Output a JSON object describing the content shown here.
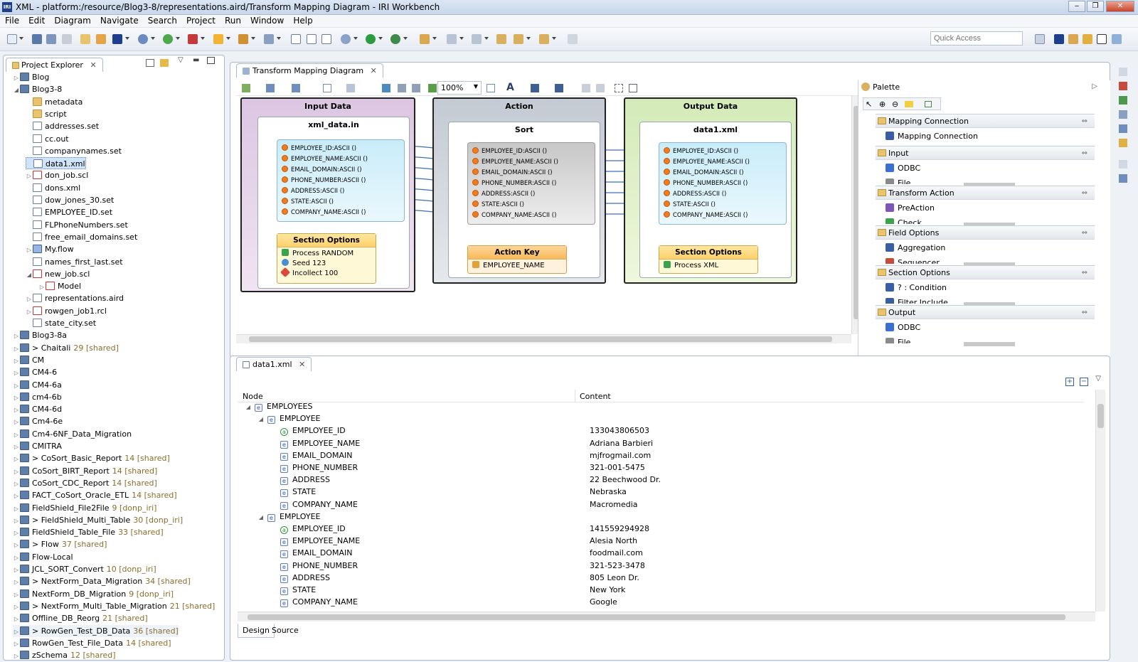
{
  "window": {
    "title": "XML - platform:/resource/Blog3-8/representations.aird/Transform Mapping Diagram - IRI Workbench",
    "logo": "IRI"
  },
  "menu": [
    "File",
    "Edit",
    "Diagram",
    "Navigate",
    "Search",
    "Project",
    "Run",
    "Window",
    "Help"
  ],
  "toolbar": {
    "quick_access_placeholder": "Quick Access"
  },
  "explorer": {
    "tab": "Project Explorer",
    "items": [
      {
        "t": "Blog",
        "lvl": 0,
        "tw": "▷",
        "ic": "proj"
      },
      {
        "t": "Blog3-8",
        "lvl": 0,
        "tw": "◢",
        "ic": "proj"
      },
      {
        "t": "metadata",
        "lvl": 1,
        "tw": "",
        "ic": "fold"
      },
      {
        "t": "script",
        "lvl": 1,
        "tw": "",
        "ic": "fold"
      },
      {
        "t": "addresses.set",
        "lvl": 1,
        "tw": "",
        "ic": "file"
      },
      {
        "t": "cc.out",
        "lvl": 1,
        "tw": "",
        "ic": "file"
      },
      {
        "t": "companynames.set",
        "lvl": 1,
        "tw": "",
        "ic": "file"
      },
      {
        "t": "data1.xml",
        "lvl": 1,
        "tw": "",
        "ic": "file",
        "sel": true
      },
      {
        "t": "don_job.scl",
        "lvl": 1,
        "tw": "▷",
        "ic": "scl"
      },
      {
        "t": "dons.xml",
        "lvl": 1,
        "tw": "",
        "ic": "file"
      },
      {
        "t": "dow_jones_30.set",
        "lvl": 1,
        "tw": "",
        "ic": "file"
      },
      {
        "t": "EMPLOYEE_ID.set",
        "lvl": 1,
        "tw": "",
        "ic": "file"
      },
      {
        "t": "FLPhoneNumbers.set",
        "lvl": 1,
        "tw": "",
        "ic": "file"
      },
      {
        "t": "free_email_domains.set",
        "lvl": 1,
        "tw": "",
        "ic": "file"
      },
      {
        "t": "My.flow",
        "lvl": 1,
        "tw": "▷",
        "ic": "flow"
      },
      {
        "t": "names_first_last.set",
        "lvl": 1,
        "tw": "",
        "ic": "file"
      },
      {
        "t": "new_job.scl",
        "lvl": 1,
        "tw": "◢",
        "ic": "scl"
      },
      {
        "t": "Model",
        "lvl": 2,
        "tw": "▷",
        "ic": "scl"
      },
      {
        "t": "representations.aird",
        "lvl": 1,
        "tw": "▷",
        "ic": "file"
      },
      {
        "t": "rowgen_job1.rcl",
        "lvl": 1,
        "tw": "▷",
        "ic": "scl"
      },
      {
        "t": "state_city.set",
        "lvl": 1,
        "tw": "",
        "ic": "file"
      },
      {
        "t": "Blog3-8a",
        "lvl": 0,
        "tw": "▷",
        "ic": "proj"
      },
      {
        "t": "> Chaitali",
        "lvl": 0,
        "tw": "▷",
        "ic": "proj",
        "sh": "29 [shared]"
      },
      {
        "t": "CM",
        "lvl": 0,
        "tw": "▷",
        "ic": "proj"
      },
      {
        "t": "CM4-6",
        "lvl": 0,
        "tw": "▷",
        "ic": "proj"
      },
      {
        "t": "CM4-6a",
        "lvl": 0,
        "tw": "▷",
        "ic": "proj"
      },
      {
        "t": "cm4-6b",
        "lvl": 0,
        "tw": "▷",
        "ic": "proj"
      },
      {
        "t": "CM4-6d",
        "lvl": 0,
        "tw": "▷",
        "ic": "proj"
      },
      {
        "t": "Cm4-6e",
        "lvl": 0,
        "tw": "▷",
        "ic": "proj"
      },
      {
        "t": "Cm4-6NF_Data_Migration",
        "lvl": 0,
        "tw": "▷",
        "ic": "proj"
      },
      {
        "t": "CMITRA",
        "lvl": 0,
        "tw": "▷",
        "ic": "proj"
      },
      {
        "t": "> CoSort_Basic_Report",
        "lvl": 0,
        "tw": "▷",
        "ic": "proj",
        "sh": "14 [shared]"
      },
      {
        "t": "CoSort_BIRT_Report",
        "lvl": 0,
        "tw": "▷",
        "ic": "proj",
        "sh": "14 [shared]"
      },
      {
        "t": "CoSort_CDC_Report",
        "lvl": 0,
        "tw": "▷",
        "ic": "proj",
        "sh": "14 [shared]"
      },
      {
        "t": "FACT_CoSort_Oracle_ETL",
        "lvl": 0,
        "tw": "▷",
        "ic": "proj",
        "sh": "14 [shared]"
      },
      {
        "t": "FieldShield_File2File",
        "lvl": 0,
        "tw": "▷",
        "ic": "proj",
        "sh": "9 [donp_iri]"
      },
      {
        "t": "> FieldShield_Multi_Table",
        "lvl": 0,
        "tw": "▷",
        "ic": "proj",
        "sh": "30 [donp_iri]"
      },
      {
        "t": "FieldShield_Table_File",
        "lvl": 0,
        "tw": "▷",
        "ic": "proj",
        "sh": "33 [shared]"
      },
      {
        "t": "> Flow",
        "lvl": 0,
        "tw": "▷",
        "ic": "proj",
        "sh": "37 [shared]"
      },
      {
        "t": "Flow-Local",
        "lvl": 0,
        "tw": "▷",
        "ic": "proj"
      },
      {
        "t": "JCL_SORT_Convert",
        "lvl": 0,
        "tw": "▷",
        "ic": "proj",
        "sh": "10 [donp_iri]"
      },
      {
        "t": "> NextForm_Data_Migration",
        "lvl": 0,
        "tw": "▷",
        "ic": "proj",
        "sh": "34 [shared]"
      },
      {
        "t": "NextForm_DB_Migration",
        "lvl": 0,
        "tw": "▷",
        "ic": "proj",
        "sh": "9 [donp_iri]"
      },
      {
        "t": "> NextForm_Multi_Table_Migration",
        "lvl": 0,
        "tw": "▷",
        "ic": "proj",
        "sh": "21 [shared]"
      },
      {
        "t": "Offline_DB_Reorg",
        "lvl": 0,
        "tw": "▷",
        "ic": "proj",
        "sh": "21 [shared]"
      },
      {
        "t": "> RowGen_Test_DB_Data",
        "lvl": 0,
        "tw": "▷",
        "ic": "proj",
        "sh": "36 [shared]",
        "hl": true
      },
      {
        "t": "RowGen_Test_File_Data",
        "lvl": 0,
        "tw": "▷",
        "ic": "proj",
        "sh": "14 [shared]"
      },
      {
        "t": "zSchema",
        "lvl": 0,
        "tw": "▷",
        "ic": "proj",
        "sh": "12 [shared]"
      }
    ]
  },
  "diagram": {
    "tab": "Transform Mapping Diagram",
    "zoom": "100%",
    "input": {
      "title": "Input Data",
      "file": "xml_data.in",
      "fields": [
        "EMPLOYEE_ID:ASCII ()",
        "EMPLOYEE_NAME:ASCII ()",
        "EMAIL_DOMAIN:ASCII ()",
        "PHONE_NUMBER:ASCII ()",
        "ADDRESS:ASCII ()",
        "STATE:ASCII ()",
        "COMPANY_NAME:ASCII ()"
      ],
      "section_title": "Section Options",
      "section_items": [
        "Process RANDOM",
        "Seed 123",
        "Incollect 100"
      ]
    },
    "action": {
      "title": "Action",
      "name": "Sort",
      "fields": [
        "EMPLOYEE_ID:ASCII ()",
        "EMPLOYEE_NAME:ASCII ()",
        "EMAIL_DOMAIN:ASCII ()",
        "PHONE_NUMBER:ASCII ()",
        "ADDRESS:ASCII ()",
        "STATE:ASCII ()",
        "COMPANY_NAME:ASCII ()"
      ],
      "key_title": "Action Key",
      "key_item": "EMPLOYEE_NAME"
    },
    "output": {
      "title": "Output Data",
      "file": "data1.xml",
      "fields": [
        "EMPLOYEE_ID:ASCII ()",
        "EMPLOYEE_NAME:ASCII ()",
        "EMAIL_DOMAIN:ASCII ()",
        "PHONE_NUMBER:ASCII ()",
        "ADDRESS:ASCII ()",
        "STATE:ASCII ()",
        "COMPANY_NAME:ASCII ()"
      ],
      "section_title": "Section Options",
      "section_items": [
        "Process XML"
      ]
    }
  },
  "palette": {
    "title": "Palette",
    "groups": [
      {
        "name": "Mapping Connection",
        "items": [
          "Mapping Connection"
        ]
      },
      {
        "name": "Input",
        "items": [
          "ODBC",
          "File"
        ]
      },
      {
        "name": "Transform Action",
        "items": [
          "PreAction",
          "Check"
        ]
      },
      {
        "name": "Field Options",
        "items": [
          "Aggregation",
          "Sequencer"
        ]
      },
      {
        "name": "Section Options",
        "items": [
          "? : Condition",
          "Filter Include"
        ]
      },
      {
        "name": "Output",
        "items": [
          "ODBC",
          "File"
        ]
      }
    ]
  },
  "xml_editor": {
    "tab": "data1.xml",
    "col_node": "Node",
    "col_content": "Content",
    "rows": [
      {
        "n": "EMPLOYEES",
        "c": "",
        "lvl": 0,
        "ic": "e",
        "tw": "◢"
      },
      {
        "n": "EMPLOYEE",
        "c": "",
        "lvl": 1,
        "ic": "e",
        "tw": "◢"
      },
      {
        "n": "EMPLOYEE_ID",
        "c": "133043806503",
        "lvl": 2,
        "ic": "a",
        "tw": ""
      },
      {
        "n": "EMPLOYEE_NAME",
        "c": "Adriana Barbieri",
        "lvl": 2,
        "ic": "e",
        "tw": ""
      },
      {
        "n": "EMAIL_DOMAIN",
        "c": "mjfrogmail.com",
        "lvl": 2,
        "ic": "e",
        "tw": ""
      },
      {
        "n": "PHONE_NUMBER",
        "c": "321-001-5475",
        "lvl": 2,
        "ic": "e",
        "tw": ""
      },
      {
        "n": "ADDRESS",
        "c": "22 Beechwood Dr.",
        "lvl": 2,
        "ic": "e",
        "tw": ""
      },
      {
        "n": "STATE",
        "c": "Nebraska",
        "lvl": 2,
        "ic": "e",
        "tw": ""
      },
      {
        "n": "COMPANY_NAME",
        "c": "Macromedia",
        "lvl": 2,
        "ic": "e",
        "tw": ""
      },
      {
        "n": "EMPLOYEE",
        "c": "",
        "lvl": 1,
        "ic": "e",
        "tw": "◢"
      },
      {
        "n": "EMPLOYEE_ID",
        "c": "141559294928",
        "lvl": 2,
        "ic": "a",
        "tw": ""
      },
      {
        "n": "EMPLOYEE_NAME",
        "c": "Alesia North",
        "lvl": 2,
        "ic": "e",
        "tw": ""
      },
      {
        "n": "EMAIL_DOMAIN",
        "c": "foodmail.com",
        "lvl": 2,
        "ic": "e",
        "tw": ""
      },
      {
        "n": "PHONE_NUMBER",
        "c": "321-523-3478",
        "lvl": 2,
        "ic": "e",
        "tw": ""
      },
      {
        "n": "ADDRESS",
        "c": "805 Leon Dr.",
        "lvl": 2,
        "ic": "e",
        "tw": ""
      },
      {
        "n": "STATE",
        "c": "New York",
        "lvl": 2,
        "ic": "e",
        "tw": ""
      },
      {
        "n": "COMPANY_NAME",
        "c": "Google",
        "lvl": 2,
        "ic": "e",
        "tw": ""
      }
    ],
    "bottom_tabs": [
      "Design",
      "Source"
    ]
  },
  "colors": {
    "input_bg": "#e6d6ea",
    "action_bg": "#d3d8de",
    "output_bg": "#e2f3c5",
    "field_box": "#d6f1fb",
    "connector": "#3d6fb4"
  }
}
